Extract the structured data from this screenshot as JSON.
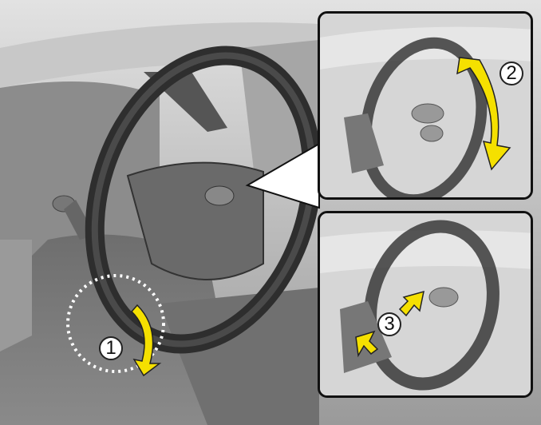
{
  "figure": {
    "description": "Steering wheel tilt/telescopic adjustment illustration",
    "main_view": {
      "callout_1": {
        "label": "1",
        "meaning": "release lever pulled down"
      }
    },
    "inset_top": {
      "callout_2": {
        "label": "2",
        "meaning": "tilt wheel up/down"
      }
    },
    "inset_bottom": {
      "callout_3": {
        "label": "3",
        "meaning": "telescope wheel in/out"
      }
    },
    "colors": {
      "arrow_yellow": "#f5e000",
      "frame": "#111111",
      "background_gray": "#bdbdbd",
      "wheel_dark": "#3a3a3a"
    }
  }
}
